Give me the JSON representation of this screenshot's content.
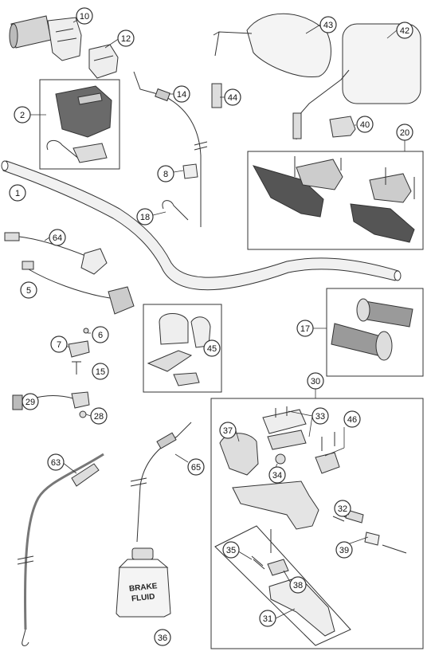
{
  "callouts": [
    {
      "id": "c10",
      "label": "10"
    },
    {
      "id": "c12",
      "label": "12"
    },
    {
      "id": "c2",
      "label": "2"
    },
    {
      "id": "c14",
      "label": "14"
    },
    {
      "id": "c43",
      "label": "43"
    },
    {
      "id": "c42",
      "label": "42"
    },
    {
      "id": "c44",
      "label": "44"
    },
    {
      "id": "c40",
      "label": "40"
    },
    {
      "id": "c20",
      "label": "20"
    },
    {
      "id": "c1",
      "label": "1"
    },
    {
      "id": "c8",
      "label": "8"
    },
    {
      "id": "c18",
      "label": "18"
    },
    {
      "id": "c64",
      "label": "64"
    },
    {
      "id": "c5",
      "label": "5"
    },
    {
      "id": "c6",
      "label": "6"
    },
    {
      "id": "c7",
      "label": "7"
    },
    {
      "id": "c15",
      "label": "15"
    },
    {
      "id": "c45",
      "label": "45"
    },
    {
      "id": "c17",
      "label": "17"
    },
    {
      "id": "c29",
      "label": "29"
    },
    {
      "id": "c28",
      "label": "28"
    },
    {
      "id": "c30",
      "label": "30"
    },
    {
      "id": "c33",
      "label": "33"
    },
    {
      "id": "c46",
      "label": "46"
    },
    {
      "id": "c37",
      "label": "37"
    },
    {
      "id": "c34",
      "label": "34"
    },
    {
      "id": "c65",
      "label": "65"
    },
    {
      "id": "c63",
      "label": "63"
    },
    {
      "id": "c32",
      "label": "32"
    },
    {
      "id": "c39",
      "label": "39"
    },
    {
      "id": "c35",
      "label": "35"
    },
    {
      "id": "c38",
      "label": "38"
    },
    {
      "id": "c31",
      "label": "31"
    },
    {
      "id": "c36",
      "label": "36"
    }
  ],
  "bottle": {
    "line1": "BRAKE",
    "line2": "FLUID"
  },
  "colors": {
    "line": "#333333",
    "fill_light": "#e6e6e6",
    "fill_mid": "#bdbdbd",
    "fill_dark": "#555555",
    "callout_bg": "#ffffff"
  }
}
